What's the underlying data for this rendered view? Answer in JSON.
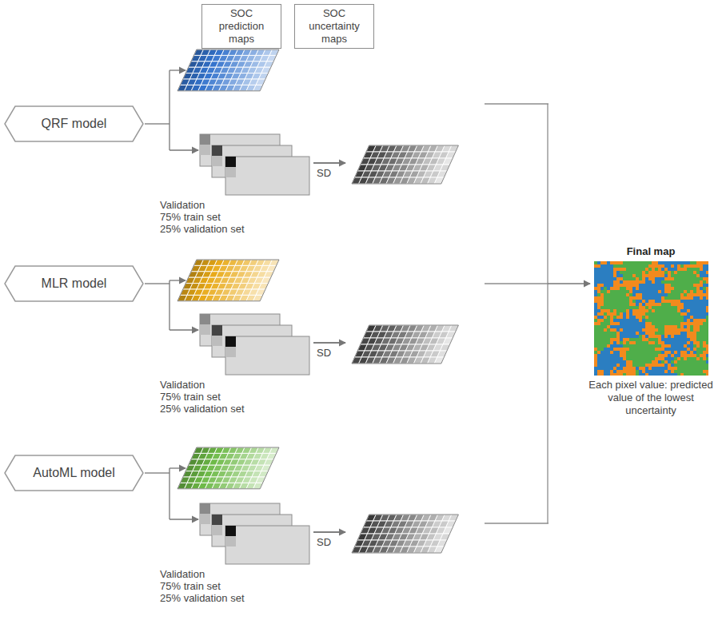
{
  "diagram": {
    "nodes": [
      {
        "text": [
          "SOC prediction maps"
        ]
      },
      {
        "text": [
          "SOC uncertainty maps"
        ]
      },
      {
        "text": [
          "QRF model"
        ]
      },
      {
        "text": [
          "MLR model"
        ]
      },
      {
        "text": [
          "AutoML model"
        ]
      },
      {
        "text": [
          "Final map",
          "Each pixel value: predicted value of the lowest uncertainty"
        ]
      }
    ],
    "labels": [
      "Validation",
      "75% train set",
      "25% validation set",
      "SD",
      "Validation",
      "75% train set",
      "25% validation set",
      "SD",
      "Validation",
      "75% train set",
      "25% validation set",
      "SD"
    ]
  }
}
